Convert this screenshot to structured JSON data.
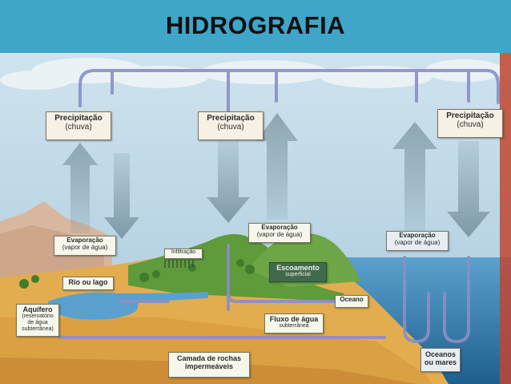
{
  "slide": {
    "title": "HIDROGRAFIA"
  },
  "diagram": {
    "labels": {
      "precip_left": {
        "title": "Precipitação",
        "sub": "(chuva)"
      },
      "precip_center": {
        "title": "Precipitação",
        "sub": "(chuva)"
      },
      "precip_right": {
        "title": "Precipitação",
        "sub": "(chuva)"
      },
      "evap_left": {
        "title": "Evaporação",
        "sub": "(vapor de água)"
      },
      "evap_center": {
        "title": "Evaporação",
        "sub": "(vapor de água)"
      },
      "evap_right": {
        "title": "Evaporação",
        "sub": "(vapor de água)"
      },
      "infiltration": "Infiltração",
      "river_lake": "Rio ou lago",
      "runoff": {
        "title": "Escoamento",
        "sub": "superficial"
      },
      "ocean": "Oceano",
      "groundwater_flow": {
        "title": "Fluxo de água",
        "sub": "subterrânea"
      },
      "aquifer": {
        "title": "Aquífero",
        "l1": "(reservatório",
        "l2": "de água",
        "l3": "subterrânea)"
      },
      "impermeable": {
        "l1": "Camada de rochas",
        "l2": "impermeáveis"
      },
      "oceans_seas": {
        "l1": "Oceanos",
        "l2": "ou mares"
      }
    },
    "colors": {
      "title_bar": "#3fa6c9",
      "sky": "#b9d7e8",
      "ocean": "#2f7fb0",
      "soil": "#e3ad4f",
      "vegetation": "#5f9a3b",
      "pipe": "#8a8fc4"
    }
  }
}
